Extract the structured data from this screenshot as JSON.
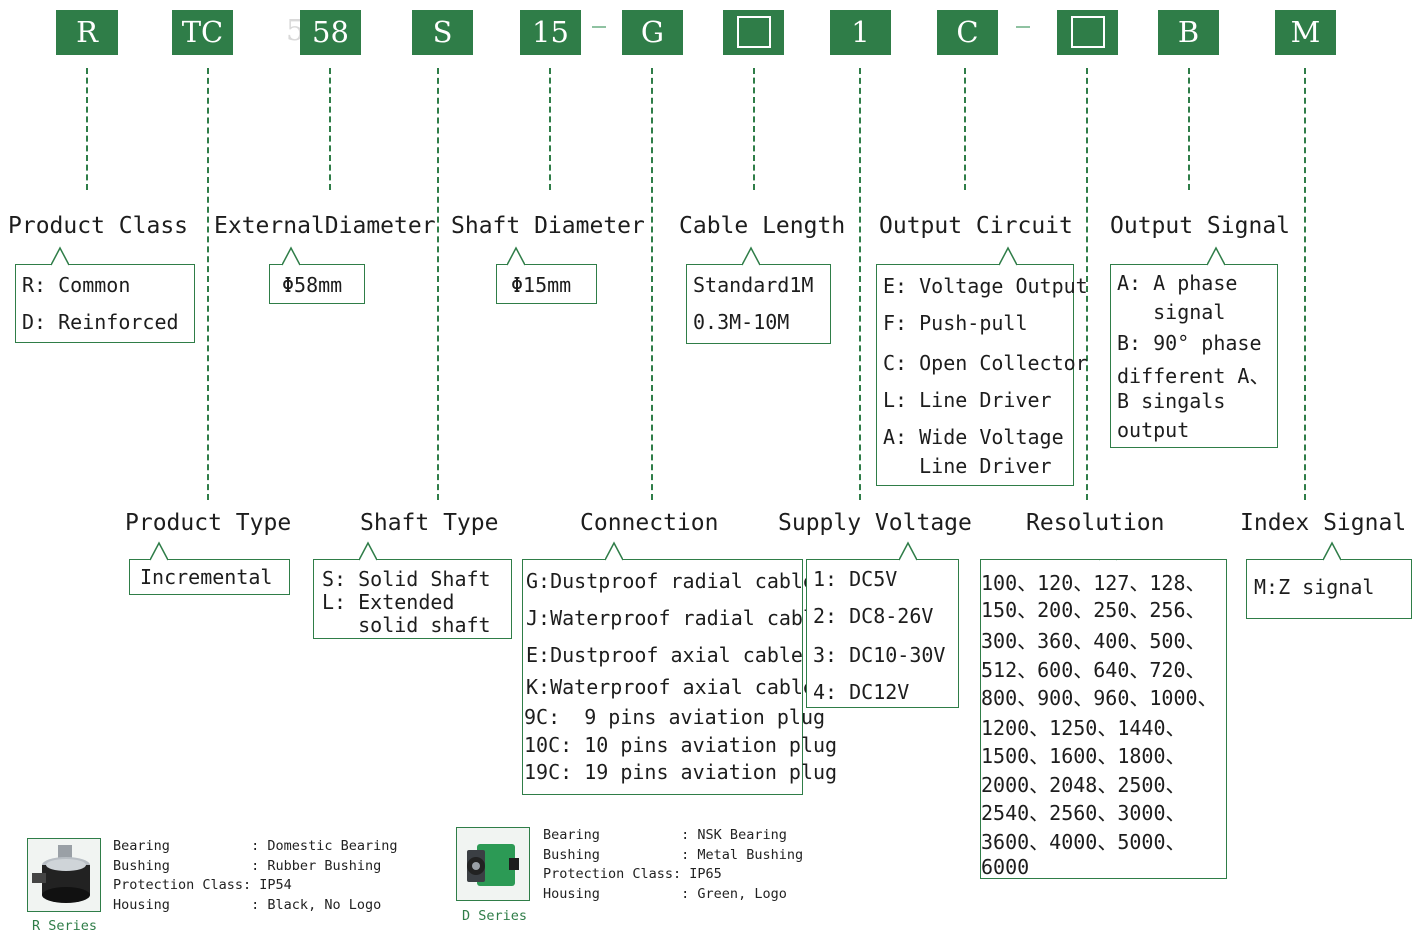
{
  "code": {
    "product_class": "R",
    "product_type": "TC",
    "external_diameter": "58",
    "shaft_type": "S",
    "shaft_diameter": "15",
    "separator_1": "-",
    "connection": "G",
    "cable_length": "",
    "supply_voltage": "1",
    "output_circuit": "C",
    "separator_2": "-",
    "resolution": "",
    "output_signal": "B",
    "index_signal": "M",
    "stray_digit": "5"
  },
  "sections": {
    "product_class": {
      "title": "Product Class",
      "items": [
        "R: Common",
        "D: Reinforced"
      ]
    },
    "external_diameter": {
      "title": "ExternalDiameter",
      "items": [
        "Φ58mm"
      ]
    },
    "shaft_diameter": {
      "title": "Shaft Diameter",
      "items": [
        "Φ15mm"
      ]
    },
    "cable_length": {
      "title": "Cable Length",
      "items": [
        "Standard1M",
        "0.3M-10M"
      ]
    },
    "output_circuit": {
      "title": "Output Circuit",
      "items": [
        "E: Voltage Output",
        "F: Push-pull",
        "C: Open Collector",
        "L: Line Driver",
        "A: Wide Voltage",
        "   Line Driver"
      ]
    },
    "output_signal": {
      "title": "Output Signal",
      "items": [
        "A: A phase",
        "   signal",
        "B: 90° phase",
        "different A、",
        "B singals",
        "output"
      ]
    },
    "product_type": {
      "title": "Product Type",
      "items": [
        "Incremental"
      ]
    },
    "shaft_type": {
      "title": "Shaft Type",
      "items": [
        "S: Solid Shaft",
        "L: Extended",
        "   solid shaft"
      ]
    },
    "connection": {
      "title": "Connection",
      "items": [
        "G:Dustproof radial cable",
        "J:Waterproof radial cable",
        "E:Dustproof axial cable",
        "K:Waterproof axial cable",
        "9C:  9 pins aviation plug",
        "10C: 10 pins aviation plug",
        "19C: 19 pins aviation plug"
      ]
    },
    "supply_voltage": {
      "title": "Supply Voltage",
      "items": [
        "1: DC5V",
        "2: DC8-26V",
        "3: DC10-30V",
        "4: DC12V"
      ]
    },
    "resolution": {
      "title": "Resolution",
      "items": [
        "100、120、127、128、",
        "150、200、250、256、",
        "300、360、400、500、",
        "512、600、640、720、",
        "800、900、960、1000、",
        "1200、1250、1440、",
        "1500、1600、1800、",
        "2000、2048、2500、",
        "2540、2560、3000、",
        "3600、4000、5000、",
        "6000"
      ]
    },
    "index_signal": {
      "title": "Index Signal",
      "items": [
        "M:Z signal"
      ]
    }
  },
  "series": [
    {
      "label": "R Series",
      "specs": "Bearing          : Domestic Bearing\nBushing          : Rubber Bushing\nProtection Class: IP54\nHousing          : Black, No Logo",
      "image_icon": "black-encoder-photo"
    },
    {
      "label": "D Series",
      "specs": "Bearing          : NSK Bearing\nBushing          : Metal Bushing\nProtection Class: IP65\nHousing          : Green, Logo",
      "image_icon": "green-encoder-photo"
    }
  ],
  "colors": {
    "brand_green": "#2f7d48",
    "light_green": "#8fc2a1"
  }
}
